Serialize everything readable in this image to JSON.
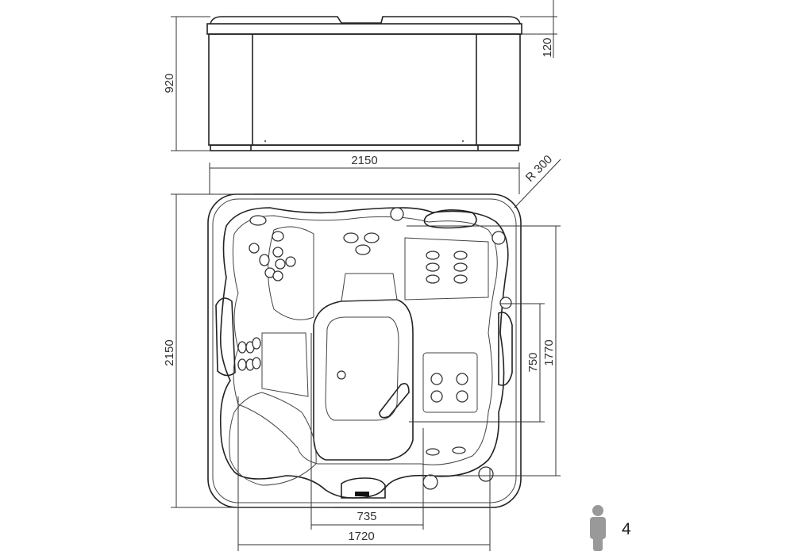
{
  "drawing": {
    "front_view": {
      "height_label": "920",
      "lip_label": "120"
    },
    "top_view": {
      "width_label": "2150",
      "depth_label": "2150",
      "corner_radius_label": "R 300",
      "inner_length_label": "1770",
      "seat_label": "750",
      "footwell_label": "735",
      "inner_width_label": "1720"
    },
    "capacity": {
      "icon": "person-icon",
      "persons": "4",
      "icon_color": "#999999"
    }
  }
}
